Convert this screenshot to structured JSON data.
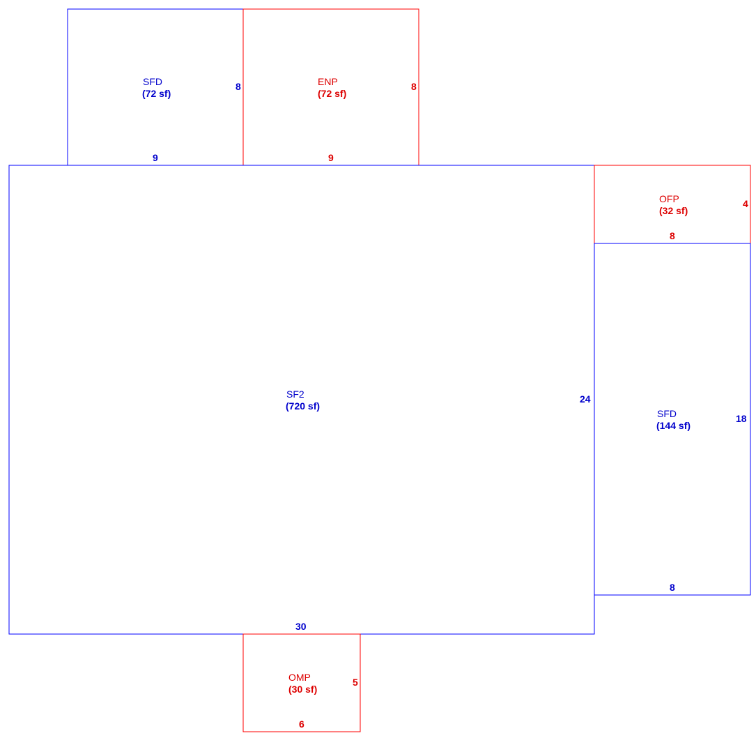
{
  "colors": {
    "living": "#0000cc",
    "porch": "#dd0000"
  },
  "sections": {
    "sfd_top": {
      "code": "SFD",
      "area": "(72 sf)",
      "width": "9",
      "depth": "8",
      "color": "living"
    },
    "enp": {
      "code": "ENP",
      "area": "(72 sf)",
      "width": "9",
      "depth": "8",
      "color": "porch"
    },
    "sf2": {
      "code": "SF2",
      "area": "(720 sf)",
      "width": "30",
      "depth": "24",
      "color": "living"
    },
    "ofp": {
      "code": "OFP",
      "area": "(32 sf)",
      "width": "8",
      "depth": "4",
      "color": "porch"
    },
    "sfd_right": {
      "code": "SFD",
      "area": "(144 sf)",
      "width": "8",
      "depth": "18",
      "color": "living"
    },
    "omp": {
      "code": "OMP",
      "area": "(30 sf)",
      "width": "6",
      "depth": "5",
      "color": "porch"
    }
  }
}
